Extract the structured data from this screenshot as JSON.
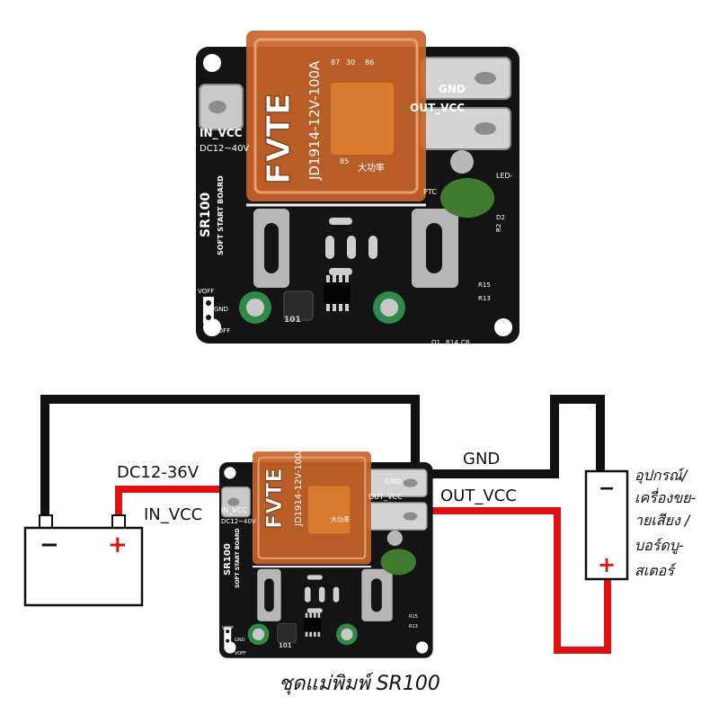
{
  "board": {
    "relay_brand": "FVTE",
    "relay_model": "JD1914-12V-100A",
    "relay_maker": "大功率",
    "relay_pins": [
      "87",
      "30",
      "86",
      "85"
    ],
    "name": "SR100",
    "subtitle": "SOFT START BOARD",
    "terminals": {
      "in_vcc": "IN_VCC",
      "in_range": "DC12~40V",
      "gnd": "GND",
      "out_vcc": "OUT_VCC"
    },
    "ptc_label": "PTC",
    "led_label": "LED-",
    "voff": "VOFF",
    "inductor": "101",
    "components": [
      "D2",
      "R2",
      "R15",
      "R13",
      "Q1",
      "R14",
      "C8"
    ]
  },
  "wiring": {
    "supply_voltage": "DC12-36V",
    "in_vcc": "IN_VCC",
    "gnd": "GND",
    "out_vcc": "OUT_VCC",
    "battery_minus": "−",
    "battery_plus": "+",
    "load_minus": "−",
    "load_plus": "+",
    "load_label_lines": [
      "อุปกรณ์/",
      "เครื่องขย-",
      "ายเสียง /",
      "บอร์ดบู-",
      "สเตอร์"
    ]
  },
  "caption": "ชุดแม่พิมพ์ SR100",
  "colors": {
    "positive_wire": "#e11010",
    "ground_wire": "#111111",
    "pcb": "#141414",
    "relay": "#c8642a"
  }
}
